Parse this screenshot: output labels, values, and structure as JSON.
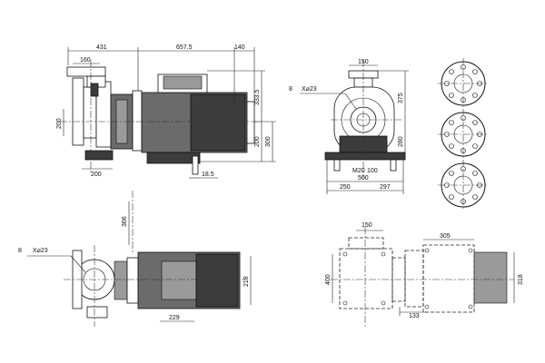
{
  "labels": {
    "front": {
      "d431": "431",
      "d657": "657.5",
      "d140": "140",
      "d160": "160",
      "d200v": "200",
      "d200h": "200",
      "d3335": "333.5",
      "d200r": "200",
      "d300": "300",
      "d185": "18.5"
    },
    "side": {
      "item8": "8",
      "hole": "X⌀23",
      "d150": "150",
      "d375": "375",
      "d280": "280",
      "m20": "M20",
      "d100": "100",
      "d500": "500",
      "d250": "250",
      "d297": "297"
    },
    "top": {
      "d366": "366",
      "item8": "8",
      "hole": "X⌀23",
      "d218": "218",
      "d229": "229"
    },
    "base": {
      "d150": "150",
      "d305": "305",
      "d400": "400",
      "d318": "318",
      "d133": "133"
    }
  }
}
